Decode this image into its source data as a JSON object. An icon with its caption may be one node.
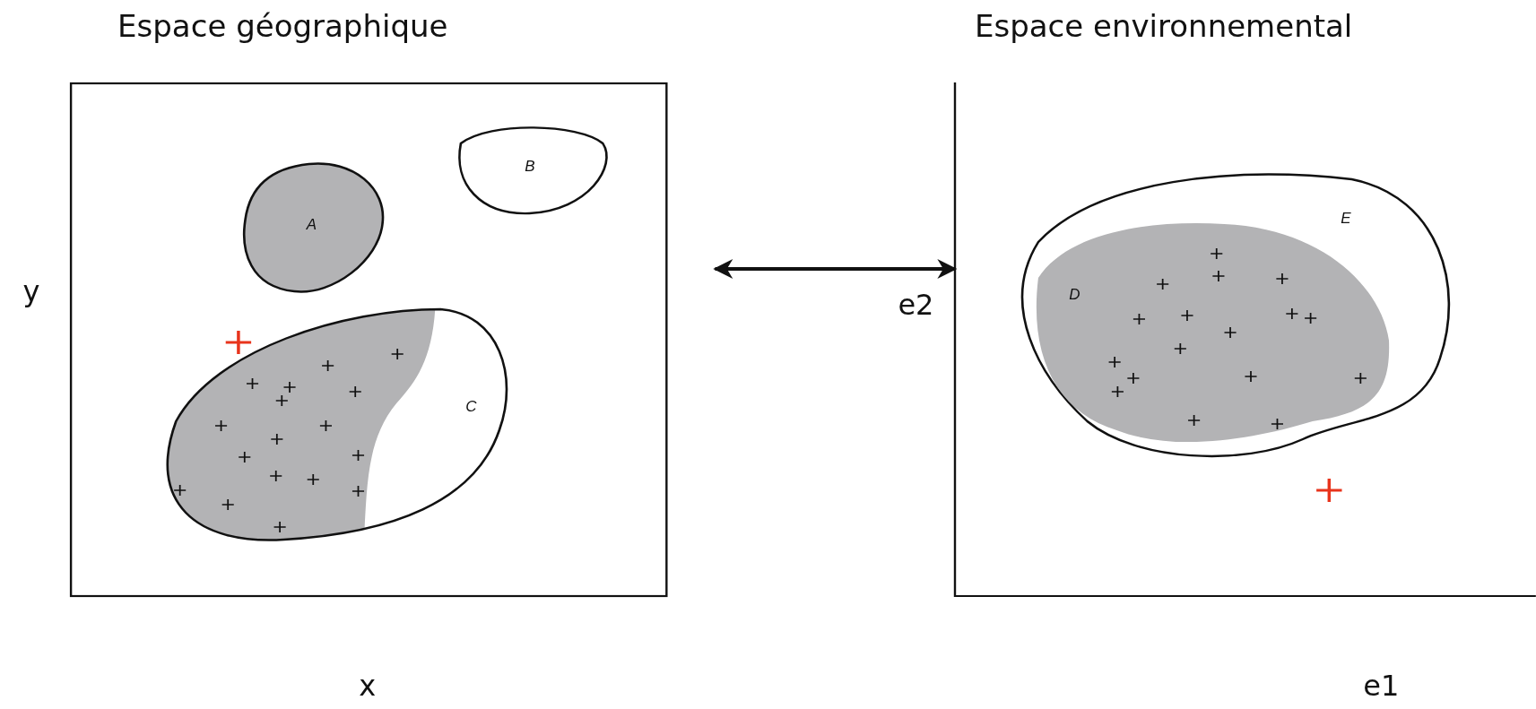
{
  "diagram": {
    "nodes": [
      {
        "text": [
          "Espace géographique"
        ]
      },
      {
        "text": [
          "A"
        ],
        "in": 0
      },
      {
        "text": [
          "B"
        ],
        "in": 0
      },
      {
        "text": [
          "C"
        ],
        "in": 0
      },
      {
        "text": [
          "Espace environnemental"
        ]
      },
      {
        "text": [
          "E"
        ],
        "in": 4
      },
      {
        "text": [
          "D"
        ],
        "in": 5
      }
    ],
    "edges": [
      {
        "from": 0,
        "to": 4,
        "arrow": "both"
      }
    ],
    "labels": [
      "y",
      "x",
      "e2",
      "e1"
    ]
  }
}
